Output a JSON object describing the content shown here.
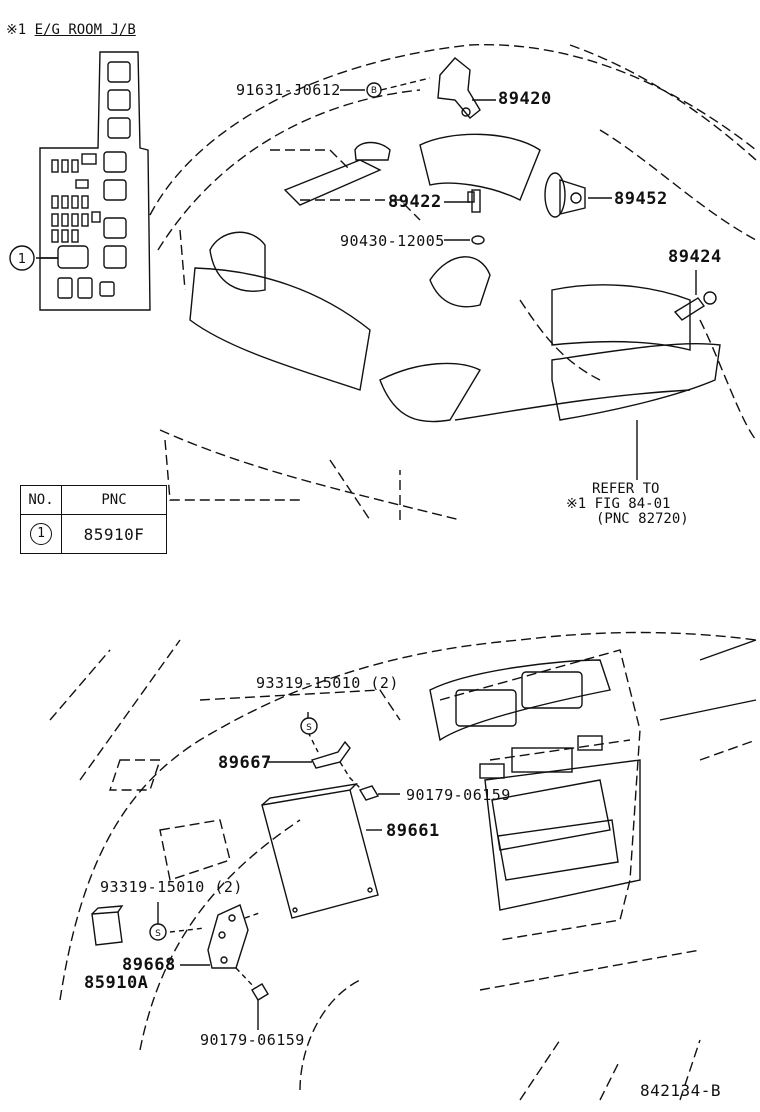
{
  "title": {
    "mark": "※1",
    "text": "E/G ROOM J/B"
  },
  "callout_no": "1",
  "table": {
    "headers": [
      "NO.",
      "PNC"
    ],
    "rows": [
      {
        "no": "1",
        "pnc": "85910F"
      }
    ]
  },
  "labels": {
    "p91631": "91631-J0612",
    "p89420": "89420",
    "p89422": "89422",
    "p89452": "89452",
    "p90430": "90430-12005",
    "p89424": "89424",
    "ref1": "REFER TO",
    "ref2": "※1 FIG 84-01",
    "ref3": "(PNC 82720)",
    "p93319a": "93319-15010 (2)",
    "p89667": "89667",
    "p90179a": "90179-06159",
    "p89661": "89661",
    "p93319b": "93319-15010 (2)",
    "p89668": "89668",
    "p85910a": "85910A",
    "p90179b": "90179-06159",
    "figno": "842134-B"
  },
  "symbols": {
    "b_mark": "B",
    "s_mark": "S"
  }
}
